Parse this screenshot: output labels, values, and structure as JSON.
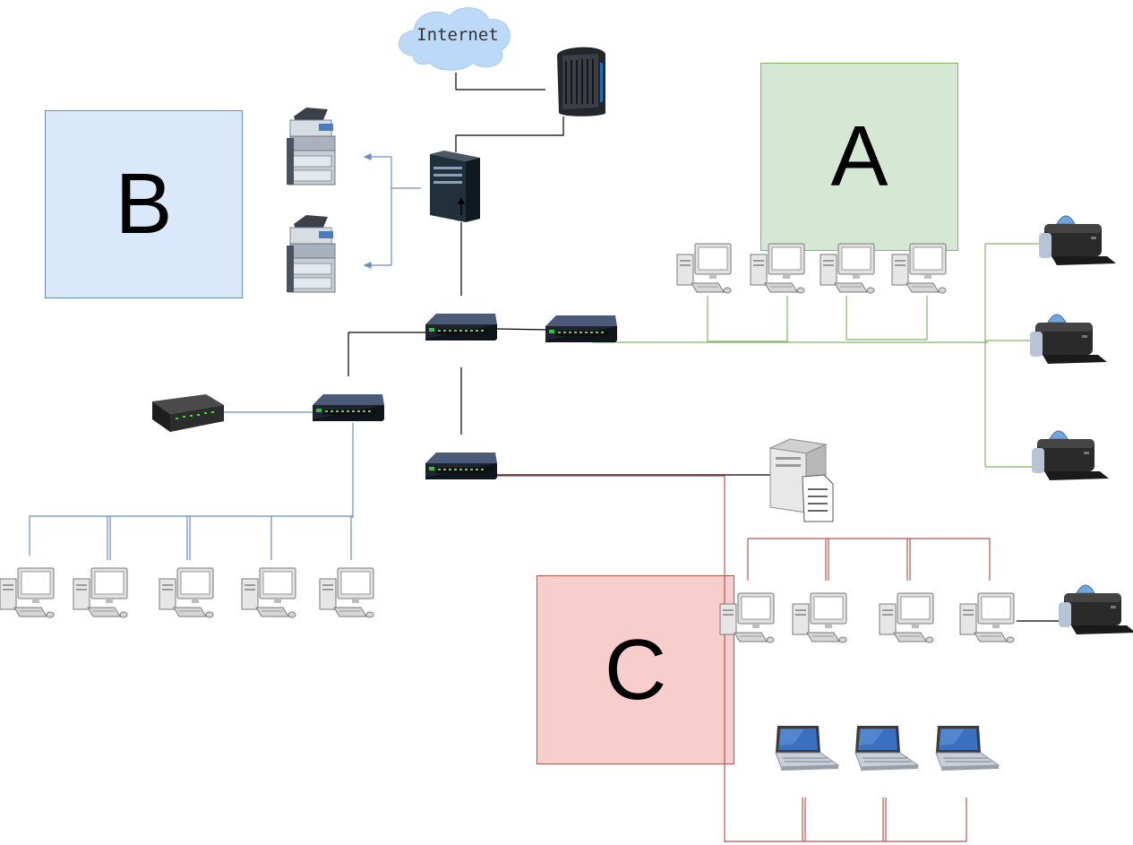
{
  "cloud": {
    "label": "Internet"
  },
  "zones": {
    "a": "A",
    "b": "B",
    "c": "C"
  },
  "colors": {
    "zone_a_fill": "#d5e8d4",
    "zone_a_stroke": "#82b366",
    "zone_b_fill": "#dae8fc",
    "zone_b_stroke": "#6c8ebf",
    "zone_c_fill": "#f8cecc",
    "zone_c_stroke": "#b85450",
    "black_link": "#000000",
    "blue_link": "#6c8ebf",
    "green_link": "#82b366",
    "red_link": "#b85450"
  },
  "icons": [
    "cloud",
    "modem",
    "server-tower",
    "multifunction-printer",
    "network-switch",
    "router",
    "file-server",
    "desktop-computer",
    "inkjet-printer",
    "laptop"
  ]
}
